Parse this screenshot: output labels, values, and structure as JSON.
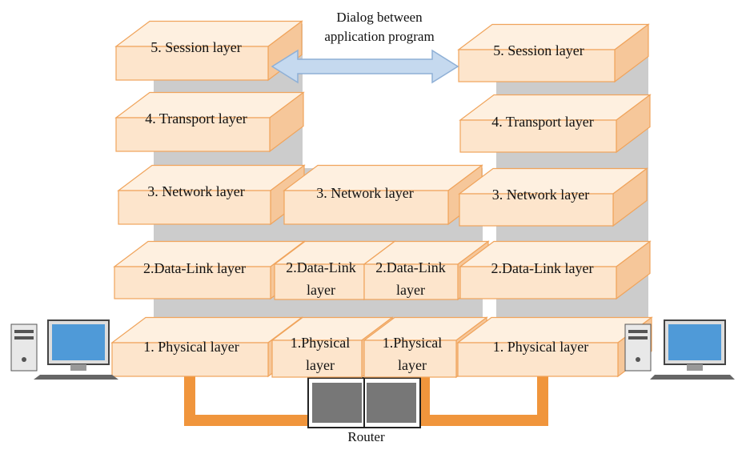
{
  "dialog_caption": {
    "line1": "Dialog between",
    "line2": "application program"
  },
  "router_label": "Router",
  "left_stack": {
    "session": "5. Session layer",
    "transport": "4. Transport layer",
    "network": "3. Network layer",
    "datalink": "2.Data-Link layer",
    "physical": "1. Physical layer"
  },
  "router_stack": {
    "network": "3. Network layer",
    "datalink_left": {
      "line1": "2.Data-Link",
      "line2": "layer"
    },
    "datalink_right": {
      "line1": "2.Data-Link",
      "line2": "layer"
    },
    "physical_left": {
      "line1": "1.Physical",
      "line2": "layer"
    },
    "physical_right": {
      "line1": "1.Physical",
      "line2": "layer"
    }
  },
  "right_stack": {
    "session": "5. Session layer",
    "transport": "4. Transport layer",
    "network": "3. Network layer",
    "datalink": "2.Data-Link layer",
    "physical": "1. Physical layer"
  },
  "colors": {
    "box_face": "#fde5cc",
    "box_top": "#fef0e0",
    "box_side": "#f6c79a",
    "box_stroke": "#f0a45c",
    "column": "#cccccc",
    "cable": "#f0953c",
    "arrow_fill": "#c5d9ef",
    "arrow_stroke": "#8fb0d6",
    "router_body": "#777777",
    "monitor_screen": "#4f9ad8"
  },
  "icons": [
    "left-computer-icon",
    "right-computer-icon",
    "router-icon",
    "dialog-arrow-icon"
  ]
}
